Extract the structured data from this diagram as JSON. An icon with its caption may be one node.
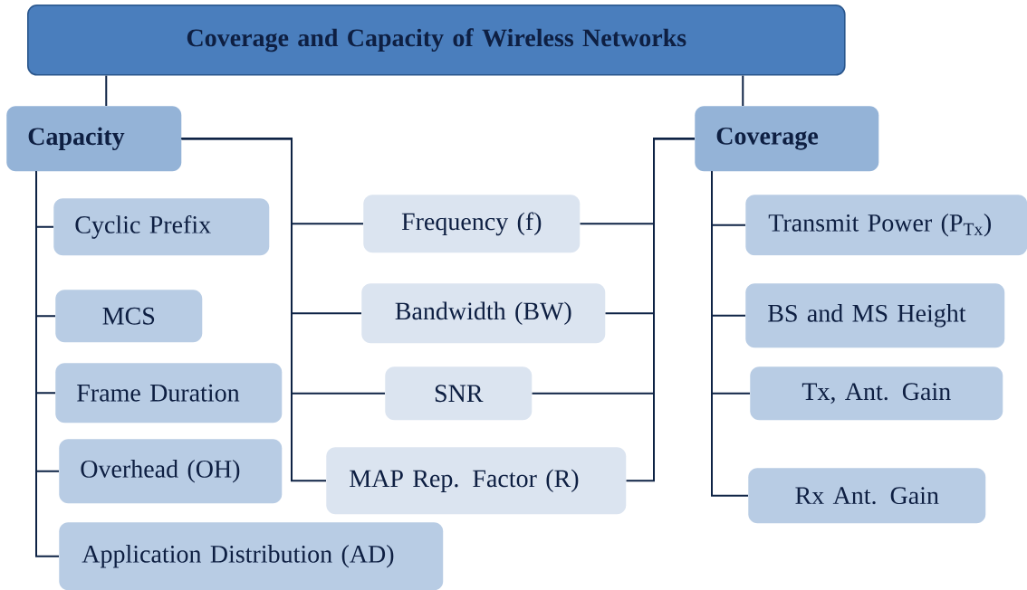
{
  "diagram": {
    "nodes": [
      {
        "text": [
          "Coverage and Capacity of Wireless Networks"
        ]
      },
      {
        "text": [
          "Capacity"
        ]
      },
      {
        "text": [
          "Coverage"
        ]
      },
      {
        "text": [
          "Cyclic Prefix"
        ]
      },
      {
        "text": [
          "MCS"
        ]
      },
      {
        "text": [
          "Frame Duration"
        ]
      },
      {
        "text": [
          "Overhead (OH)"
        ]
      },
      {
        "text": [
          "Application Distribution (AD)"
        ]
      },
      {
        "text": [
          "Frequency (f)"
        ]
      },
      {
        "text": [
          "Bandwidth (BW)"
        ]
      },
      {
        "text": [
          "SNR"
        ]
      },
      {
        "text": [
          "MAP Rep. Factor (R)"
        ]
      },
      {
        "text": [
          "Transmit Power (P$_{Tx}$)"
        ]
      },
      {
        "text": [
          "BS and MS Height"
        ]
      },
      {
        "text": [
          "Tx, Ant. Gain"
        ]
      },
      {
        "text": [
          "Rx Ant. Gain"
        ]
      }
    ],
    "edges": [
      {
        "from": 0,
        "to": 1,
        "arrow": "none"
      },
      {
        "from": 0,
        "to": 2,
        "arrow": "none"
      },
      {
        "from": 1,
        "to": 3,
        "arrow": "none"
      },
      {
        "from": 1,
        "to": 4,
        "arrow": "none"
      },
      {
        "from": 1,
        "to": 5,
        "arrow": "none"
      },
      {
        "from": 1,
        "to": 6,
        "arrow": "none"
      },
      {
        "from": 1,
        "to": 7,
        "arrow": "none"
      },
      {
        "from": 1,
        "to": 8,
        "arrow": "none"
      },
      {
        "from": 1,
        "to": 9,
        "arrow": "none"
      },
      {
        "from": 1,
        "to": 10,
        "arrow": "none"
      },
      {
        "from": 1,
        "to": 11,
        "arrow": "none"
      },
      {
        "from": 2,
        "to": 8,
        "arrow": "none"
      },
      {
        "from": 2,
        "to": 9,
        "arrow": "none"
      },
      {
        "from": 2,
        "to": 10,
        "arrow": "none"
      },
      {
        "from": 2,
        "to": 11,
        "arrow": "none"
      },
      {
        "from": 2,
        "to": 12,
        "arrow": "none"
      },
      {
        "from": 2,
        "to": 13,
        "arrow": "none"
      },
      {
        "from": 2,
        "to": 14,
        "arrow": "none"
      },
      {
        "from": 2,
        "to": 15,
        "arrow": "none"
      }
    ]
  }
}
